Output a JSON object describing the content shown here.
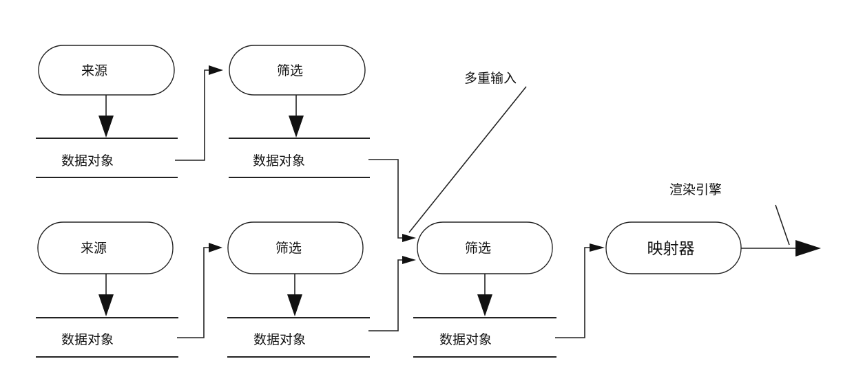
{
  "nodes": {
    "source_1": "来源",
    "filter_1": "筛选",
    "source_2": "来源",
    "filter_2": "筛选",
    "filter_3": "筛选",
    "mapper": "映射器"
  },
  "data_objects": {
    "d1": "数据对象",
    "d2": "数据对象",
    "d3": "数据对象",
    "d4": "数据对象",
    "d5": "数据对象"
  },
  "annotations": {
    "multiple_inputs": "多重输入",
    "render_engine": "渲染引擎"
  }
}
